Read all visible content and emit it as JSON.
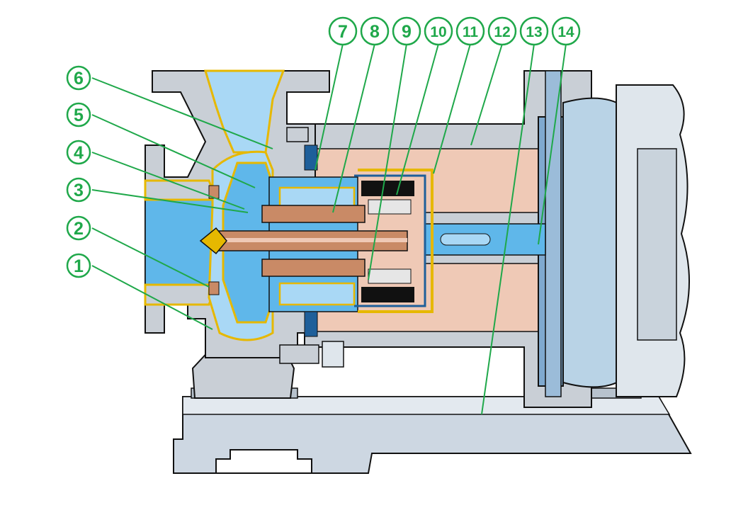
{
  "colors": {
    "callout": "#1fa84a",
    "casing": "#c9cfd6",
    "casing_dark": "#9aa3ad",
    "fluid": "#5fb7ea",
    "fluid_light": "#a9d8f5",
    "copper": "#c98a66",
    "copper_light": "#efc9b6",
    "liner": "#e6b800",
    "motor": "#b9d3e6",
    "base": "#cdd7e2",
    "outline": "#111111"
  },
  "callouts": [
    {
      "number": "1"
    },
    {
      "number": "2"
    },
    {
      "number": "3"
    },
    {
      "number": "4"
    },
    {
      "number": "5"
    },
    {
      "number": "6"
    },
    {
      "number": "7"
    },
    {
      "number": "8"
    },
    {
      "number": "9"
    },
    {
      "number": "10"
    },
    {
      "number": "11"
    },
    {
      "number": "12"
    },
    {
      "number": "13"
    },
    {
      "number": "14"
    }
  ]
}
